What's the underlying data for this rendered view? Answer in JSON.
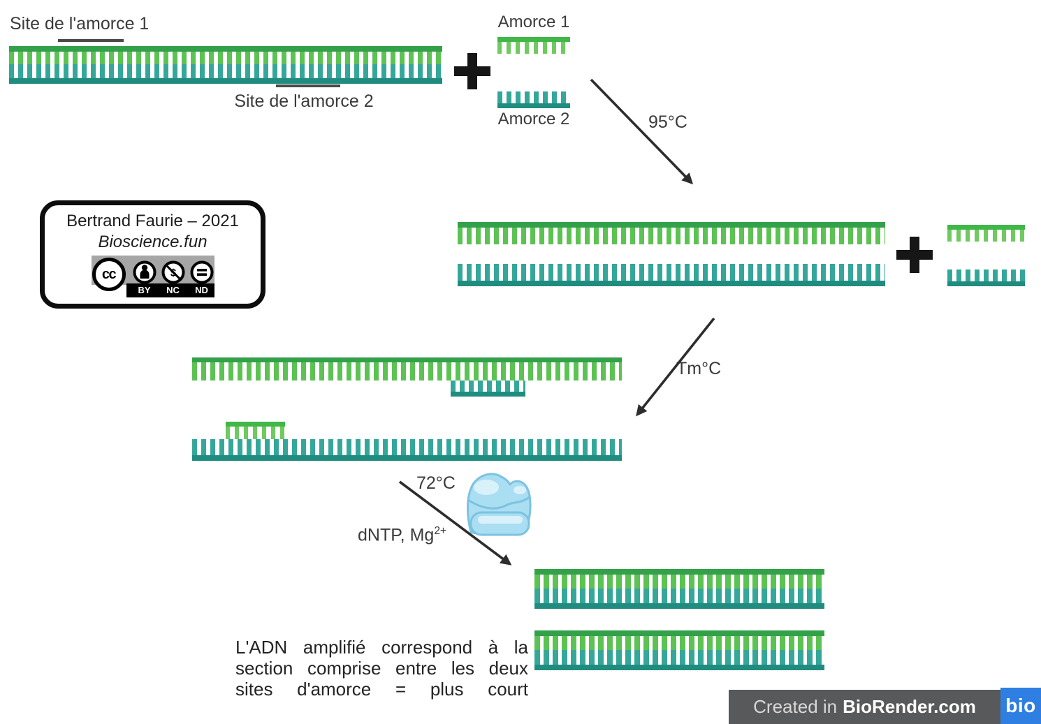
{
  "colors": {
    "green_bar": "#33a14a",
    "green_tooth": "#5cc253",
    "teal_bar": "#1f8c7f",
    "teal_tooth": "#35a79a",
    "primer_green_bar": "#41b747",
    "primer_green_tooth": "#6fca60",
    "arrow": "#2d2d2d",
    "text": "#3b3b3b",
    "underline": "#4a4a4a",
    "enzyme_fill": "#aadef2",
    "enzyme_highlight": "#d9f1fb",
    "enzyme_stroke": "#7cc3e0",
    "footer_bg": "#58595b",
    "footer_muted": "#d8d8d8",
    "footer_text": "#ffffff",
    "logo_bg": "#2e7fe1",
    "license_gray": "#a6a6a6"
  },
  "template_dna": {
    "site1_label": "Site de l'amorce 1",
    "site2_label": "Site de l'amorce 2"
  },
  "primers": {
    "amorce1_label": "Amorce 1",
    "amorce2_label": "Amorce 2"
  },
  "steps": {
    "denaturation_temp": "95°C",
    "annealing_temp": "Tm°C",
    "extension_temp": "72°C",
    "reagents_base": "dNTP, Mg",
    "reagents_sup": "2+"
  },
  "caption": {
    "lines": [
      "L'ADN amplifié correspond à la",
      "section comprise entre les deux",
      "sites d'amorce = plus court"
    ]
  },
  "license": {
    "author": "Bertrand Faurie – 2021",
    "site": "Bioscience.fun",
    "cc_label": "cc",
    "badges": [
      "BY",
      "NC",
      "ND"
    ]
  },
  "footer": {
    "created": "Created in",
    "brand": "BioRender.com",
    "logo": "bio"
  }
}
